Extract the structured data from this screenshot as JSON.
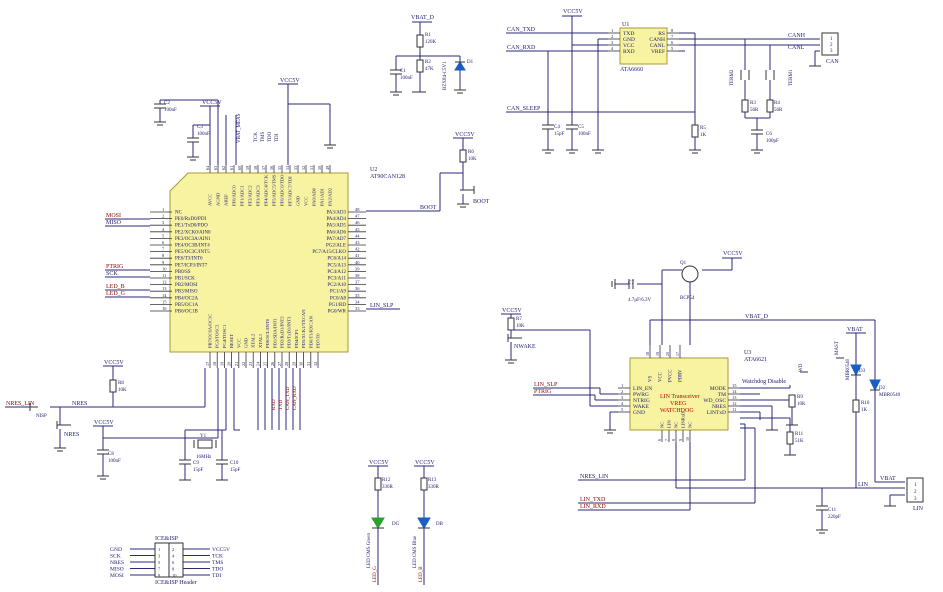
{
  "mcu": {
    "name": "AT90CAN128",
    "ref": "U2",
    "left_pins": [
      "NC",
      "PE0/RxD0/PDI",
      "PE1/TxD0/PDO",
      "PE2/XCK0/AIN0",
      "PE3/OC3A/AIN1",
      "PE4/OC3B/INT4",
      "PE5/OC3C/INT5",
      "PE6/T3/INT6",
      "PE7/ICP3/INT7",
      "PB0/SS",
      "PB1/SCK",
      "PB2/MOSI",
      "PB3/MISO",
      "PB4/OC2A",
      "PB5/OC1A",
      "PB6/OC1B"
    ],
    "left_nums": [
      "1",
      "2",
      "3",
      "4",
      "5",
      "6",
      "7",
      "8",
      "9",
      "10",
      "11",
      "12",
      "13",
      "14",
      "15",
      "16"
    ],
    "right_pins": [
      "PA3/AD3",
      "PA4/AD4",
      "PA5/AD5",
      "PA6/AD6",
      "PA7/AD7",
      "PG2/ALE",
      "PC7/A15/CLKO",
      "PC6/A14",
      "PC5/A13",
      "PC4/A12",
      "PC3/A11",
      "PC2/A10",
      "PC1/A9",
      "PC0/A8",
      "PG1/RD",
      "PG0/WR"
    ],
    "right_nums": [
      "48",
      "47",
      "46",
      "45",
      "44",
      "43",
      "42",
      "41",
      "40",
      "39",
      "38",
      "37",
      "36",
      "35",
      "34",
      "33"
    ],
    "top_pins": [
      "AVCC",
      "AGND",
      "AREF",
      "PF0/ADC0",
      "PF1/ADC1",
      "PF2/ADC2",
      "PF3/ADC3",
      "PF4/ADC4/TCK",
      "PF5/ADC5/TMS",
      "PF6/ADC6/TDO",
      "PF7/ADC7/TDI",
      "GND",
      "VCC",
      "PA0/AD0",
      "PA1/AD1",
      "PA2/AD2"
    ],
    "top_nums": [
      "64",
      "63",
      "62",
      "61",
      "60",
      "59",
      "58",
      "57",
      "56",
      "55",
      "54",
      "53",
      "52",
      "51",
      "50",
      "49"
    ],
    "bottom_pins": [
      "PB7/OC0A/OC1C",
      "PG3/TOSC2",
      "PG4/TOSC1",
      "RESET",
      "VCC",
      "GND",
      "XTAL2",
      "XTAL1",
      "PD0/SCL/INT0",
      "PD1/SDA/INT1",
      "PD2/RxD1/INT2",
      "PD3/TxD1/INT3",
      "PD4/ICP1",
      "PD5/XCK1/TXCAN",
      "PD6/T1/RXCAN",
      "PD7/T0"
    ],
    "bottom_nums": [
      "17",
      "18",
      "19",
      "20",
      "21",
      "22",
      "23",
      "24",
      "25",
      "26",
      "27",
      "28",
      "29",
      "30",
      "31",
      "32"
    ]
  },
  "can_xcvr": {
    "name": "ATA6660",
    "ref": "U1",
    "left_pins": [
      "TXD",
      "GND",
      "VCC",
      "RXD"
    ],
    "left_nums": [
      "1",
      "2",
      "3",
      "4"
    ],
    "right_pins": [
      "RS",
      "CANH",
      "CANL",
      "VREF"
    ],
    "right_nums": [
      "8",
      "7",
      "6",
      "5"
    ]
  },
  "lin_xcvr": {
    "name": "ATA6621",
    "ref": "U3",
    "left_pins": [
      "LIN_EN",
      "PWRG",
      "NTRIG",
      "WAKE",
      "GND"
    ],
    "left_nums": [
      "1",
      "2",
      "3",
      "4",
      "5"
    ],
    "top_pins": [
      "VS",
      "VCC",
      "PVCC",
      "PDRV"
    ],
    "top_nums": [
      "18",
      "19",
      "20",
      "17"
    ],
    "right_pins": [
      "MODE",
      "TM",
      "WD_OSC",
      "NRES",
      "LINTxD"
    ],
    "right_nums": [
      "15",
      "14",
      "13",
      "12",
      "11"
    ],
    "bottom_pins": [
      "NC",
      "LIN",
      "NC",
      "LINRxD",
      "NC"
    ],
    "bottom_nums": [
      "6",
      "7",
      "8",
      "9",
      "10"
    ],
    "inner_1": "LIN Transceiver",
    "inner_2": "VREG",
    "inner_3": "WATCHDOG",
    "watchdog_label": "Watchdog Disable"
  },
  "header": {
    "name": "ICE&ISP",
    "footer": "ICE&ISP Header",
    "left": [
      "GND",
      "SCK",
      "NRES",
      "MISO",
      "MOSI"
    ],
    "right": [
      "VCC5V",
      "TCK",
      "TMS",
      "TDO",
      "TDI"
    ],
    "left_nums": [
      "1",
      "3",
      "5",
      "7",
      "9"
    ],
    "right_nums": [
      "2",
      "4",
      "6",
      "8",
      "10"
    ]
  },
  "nets": {
    "vbat_d": "VBAT_D",
    "vcc5v": "VCC5V",
    "can_txd": "CAN_TXD",
    "can_rxd": "CAN_RXD",
    "can_sleep": "CAN_SLEEP",
    "canh": "CANH",
    "canl": "CANL",
    "mosi": "MOSI",
    "miso": "MISO",
    "ptrig": "PTRIG",
    "sck": "SCK",
    "led_b": "LED_B",
    "led_g": "LED_G",
    "nres_lin": "NRES_LIN",
    "nres": "NRES",
    "nwake": "NWAKE",
    "lin_slp": "LIN_SLP",
    "lin_txd": "LIN_TXD",
    "lin_rxd": "LIN_RXD",
    "boot": "BOOT",
    "lin": "LIN",
    "vbat": "VBAT",
    "mast": "MAST",
    "wd": "WD",
    "vbat_meas": "VBAT_MEAS",
    "tck": "TCK",
    "tms": "TMS",
    "tdo": "TDO",
    "tdi": "TDI",
    "rxd": "RXD",
    "txd": "TXD",
    "can_txd_v": "CAN_TXD",
    "can_rxd_v": "CAN_RXD",
    "led_g_v": "LED_G",
    "led_b_v": "LED_B"
  },
  "parts": {
    "r1": "R1",
    "r1v": "120K",
    "r2": "R2",
    "r2v": "47K",
    "c1": "C1",
    "c1v": "100nF",
    "d1": "D1",
    "d1v": "BZX84-C5V1",
    "c2": "C2",
    "c2v": "100nF",
    "c3": "C3",
    "c3v": "100nF",
    "r6": "R6",
    "r6v": "10K",
    "c4": "C4",
    "c4v": "15pF",
    "c5": "C5",
    "c5v": "100nF",
    "r3": "R3",
    "r3v": "56R",
    "r4": "R4",
    "r4v": "56R",
    "c6": "C6",
    "c6v": "100pF",
    "r5": "R5",
    "r5v": "1K",
    "term1": "TERM1",
    "term2": "TERM2",
    "c7": "C7",
    "c7v": "4.7µF/6.3V",
    "q1": "Q1",
    "q1v": "BCP54",
    "r7": "R7",
    "r7v": "10K",
    "r8": "R8",
    "r8v": "10K",
    "r9": "R9",
    "r9v": "10K",
    "r10": "R10",
    "r10v": "1K",
    "r11": "R11",
    "r11v": "51K",
    "d2": "D2",
    "d2v": "MBR0540",
    "d3": "D3",
    "d3v": "MBR0540",
    "c8": "C8",
    "c8v": "100nF",
    "c9": "C9",
    "c9v": "15pF",
    "c10": "C10",
    "c10v": "15pF",
    "c11": "C11",
    "c11v": "220pF",
    "y1": "Y1",
    "y1v": "16MHz",
    "r12": "R12",
    "r12v": "330R",
    "r13": "R13",
    "r13v": "330R",
    "dg": "DG",
    "dgv": "LED CMS Green",
    "db": "DB",
    "dbv": "LED CMS Blue",
    "nisp": "NISP",
    "sw_nres": "NRES",
    "sw_boot": "BOOT",
    "sw_nwake": "NWAKE",
    "j_can": "CAN",
    "j_lin": "LIN",
    "j_nums": [
      "1",
      "2",
      "3"
    ]
  },
  "colors": {
    "chip_fill": "#f7f3a0",
    "wire": "#2a2a7a",
    "led_fill": "#1a5fc0",
    "led_green_glow": "#3cb43c"
  }
}
